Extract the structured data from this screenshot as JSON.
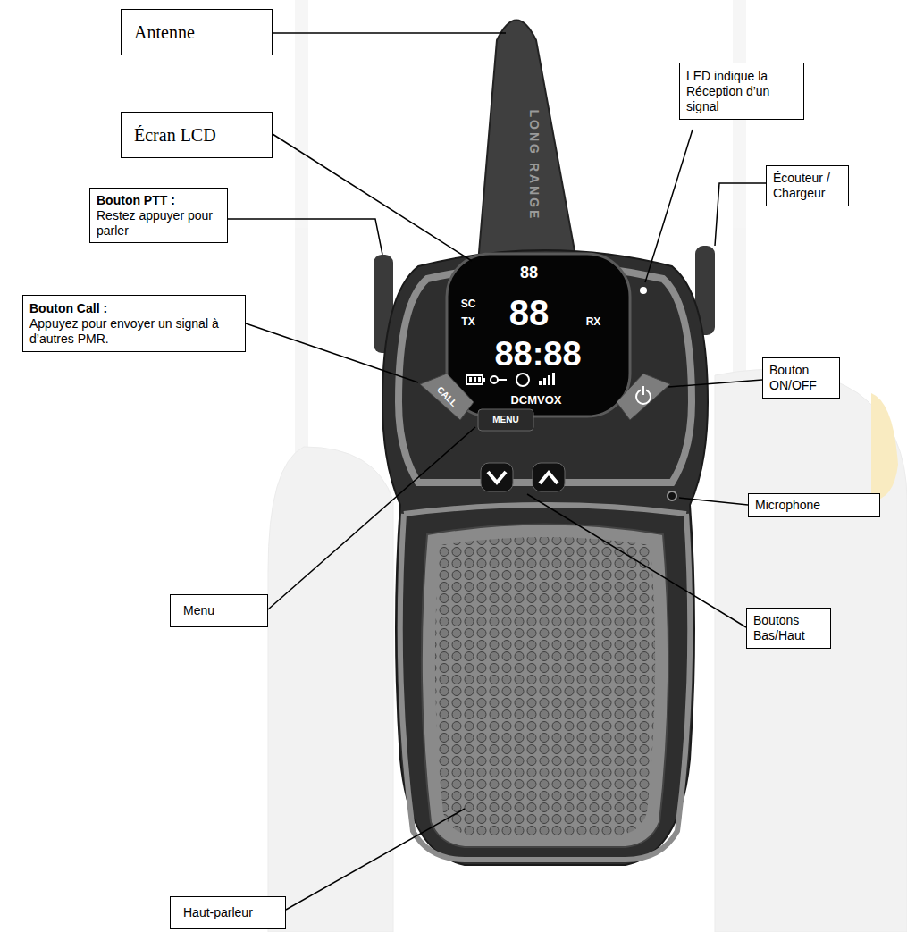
{
  "diagram": {
    "nodes": [
      {
        "text": [
          "Antenne"
        ]
      },
      {
        "text": [
          "Écran LCD"
        ]
      },
      {
        "text": [
          "LED indique la Réception d’un signal"
        ]
      },
      {
        "text": [
          "Bouton PTT :",
          "Restez appuyer pour parler"
        ]
      },
      {
        "text": [
          "Écouteur / Chargeur"
        ]
      },
      {
        "text": [
          "Bouton Call :",
          "Appuyez pour envoyer un signal à d’autres PMR."
        ]
      },
      {
        "text": [
          "Bouton ON/OFF"
        ]
      },
      {
        "text": [
          "Microphone"
        ]
      },
      {
        "text": [
          "Menu"
        ]
      },
      {
        "text": [
          "Boutons Bas/Haut"
        ]
      },
      {
        "text": [
          "Haut-parleur"
        ]
      }
    ],
    "labels": [
      "LONG RANGE",
      "88",
      "SC",
      "TX",
      "88",
      "RX",
      "88:88",
      "DCMVOX",
      "CALL",
      "MENU"
    ]
  }
}
